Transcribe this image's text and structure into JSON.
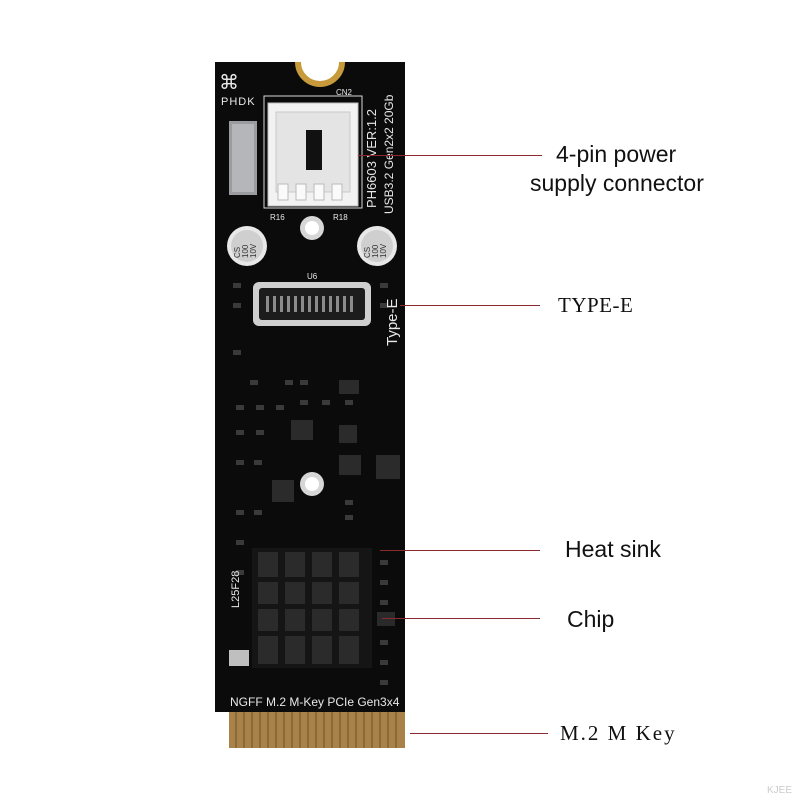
{
  "board": {
    "logo_text": "PHDK",
    "model_line": "PH6603  VER:1.2",
    "spec_line": "USB3.2 Gen2x2 20Gb",
    "connector_silk": "Type-E",
    "bottom_silk": "NGFF M.2 M-Key PCIe Gen3x4",
    "cap_left": [
      "CS",
      "100",
      "10V"
    ],
    "cap_right": [
      "CS",
      "100",
      "10V"
    ],
    "heatsink_silk": "L25F28",
    "ref_cn2": "CN2",
    "ref_u6": "U6",
    "ref_r16": "R16",
    "ref_r18": "R18"
  },
  "callouts": [
    {
      "id": "power",
      "lines": [
        "4-pin power",
        "supply connector"
      ]
    },
    {
      "id": "type-e",
      "lines": [
        "TYPE-E"
      ]
    },
    {
      "id": "heatsink",
      "lines": [
        "Heat sink"
      ]
    },
    {
      "id": "chip",
      "lines": [
        "Chip"
      ]
    },
    {
      "id": "mkey",
      "lines": [
        "M.2 M Key"
      ]
    }
  ],
  "watermark": "KJEE",
  "colors": {
    "pcb": "#0c0c0c",
    "leader": "#8a2a30",
    "gold": "#b88a3a",
    "heatsink": "#1b1b1b"
  }
}
